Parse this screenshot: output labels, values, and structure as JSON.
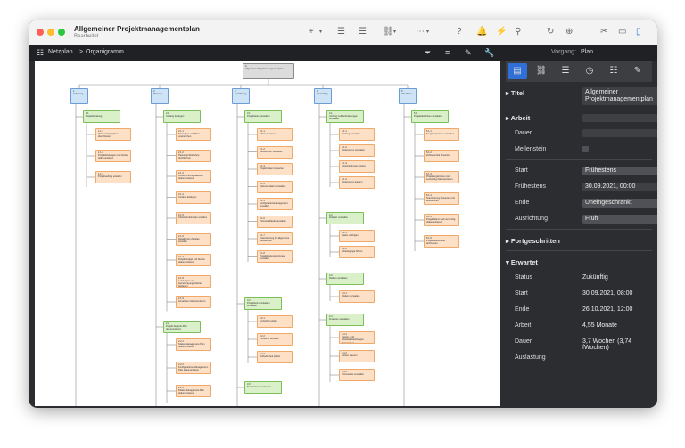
{
  "window": {
    "title": "Allgemeiner Projektmanagementplan",
    "subtitle": "Bearbeitet"
  },
  "toolbar": {
    "breadcrumb_root": "Netzplan",
    "breadcrumb_sep": ">",
    "breadcrumb_current": "Organigramm",
    "vorgang_label": "Vorgang:",
    "vorgang_value": "Plan"
  },
  "tabs": [
    "task-icon",
    "link-icon",
    "resource-icon",
    "timer-icon",
    "list-icon",
    "notes-icon"
  ],
  "panel": {
    "titel_label": "Titel",
    "titel_value": "Allgemeiner Projektmanagementplan",
    "arbeit_label": "Arbeit",
    "dauer_label": "Dauer",
    "meilenstein_label": "Meilenstein",
    "start_label": "Start",
    "start_value": "Frühestens",
    "fruehestens_label": "Frühestens",
    "fruehestens_value": "30.09.2021, 00:00",
    "ende_label": "Ende",
    "ende_value": "Uneingeschränkt",
    "ausrichtung_label": "Ausrichtung",
    "ausrichtung_value": "Früh",
    "fortgeschritten_label": "Fortgeschritten",
    "erwartet_label": "Erwartet",
    "status_label": "Status",
    "status_value": "Zukünftig",
    "e_start_label": "Start",
    "e_start_value": "30.09.2021, 08:00",
    "e_ende_label": "Ende",
    "e_ende_value": "26.10.2021, 12:00",
    "e_arbeit_label": "Arbeit",
    "e_arbeit_value": "4,55 Monate",
    "e_dauer_label": "Dauer",
    "e_dauer_value": "3,7 Wochen (3,74 fWochen)",
    "auslastung_label": "Auslastung"
  },
  "chart": {
    "root": {
      "id": "0",
      "label": "Allgemeiner Projektmanagementplan"
    },
    "phases": [
      {
        "id": "1",
        "label": "Initiierung"
      },
      {
        "id": "2",
        "label": "Planung"
      },
      {
        "id": "3",
        "label": "Ausführung"
      },
      {
        "id": "4",
        "label": "Controlling"
      },
      {
        "id": "5",
        "label": "Abschluss"
      }
    ],
    "groups": [
      {
        "id": "1.1",
        "label": "Projektberatung"
      },
      {
        "id": "2.1",
        "label": "Umfang festlegen"
      },
      {
        "id": "2.2",
        "label": "Projekt-Support-Plan dokumentieren"
      },
      {
        "id": "3.1",
        "label": "Projektteam verwalten"
      },
      {
        "id": "3.2",
        "label": "Projektkommunikation verwalten"
      },
      {
        "id": "3.3",
        "label": "Teamleistung verwalten"
      },
      {
        "id": "4.1",
        "label": "Umfang und Anforderungen verwalten"
      },
      {
        "id": "4.2",
        "label": "Zeitplan verwalten"
      },
      {
        "id": "4.3",
        "label": "Risiken verwalten"
      },
      {
        "id": "4.4",
        "label": "Finanzen verwalten"
      },
      {
        "id": "5.1",
        "label": "Projektabschluss verwalten"
      }
    ],
    "tasks_1": [
      {
        "id": "1.1.1",
        "label": "Ziele und Vorgaben identifizieren"
      },
      {
        "id": "1.1.2",
        "label": "Projektleistungen und Nutzen dokumentieren"
      },
      {
        "id": "1.1.3",
        "label": "Projektauftrag erstellen"
      }
    ],
    "tasks_2": [
      {
        "id": "2.1.1",
        "label": "Strategien und Pläne untersuchen"
      },
      {
        "id": "2.1.2",
        "label": "Planungs-Workshop durchführen"
      },
      {
        "id": "2.1.3",
        "label": "Kritische Erfolgsfaktoren dokumentieren"
      },
      {
        "id": "2.1.4",
        "label": "Umfang festlegen"
      },
      {
        "id": "2.1.5",
        "label": "Arbeitsstrukturplan erstellen"
      },
      {
        "id": "2.1.6",
        "label": "Detaillierten Zeitplan erstellen"
      },
      {
        "id": "2.1.7",
        "label": "Projektbudget und Nutzen dokumentieren"
      },
      {
        "id": "2.1.8",
        "label": "Leistungen und Genehmigungskriterien festlegen"
      },
      {
        "id": "2.1.9",
        "label": "Annahmen dokumentieren"
      }
    ],
    "tasks_2b": [
      {
        "id": "2.2.1",
        "label": "Status-Management-Plan dokumentieren"
      },
      {
        "id": "2.2.2",
        "label": "Konfigurations-Management-Plan dokumentieren"
      },
      {
        "id": "2.2.3",
        "label": "Risiko-Management-Plan dokumentieren"
      }
    ],
    "tasks_3": [
      {
        "id": "3.1.1",
        "label": "Arbeit zuweisen"
      },
      {
        "id": "3.1.2",
        "label": "Ressourcen verwalten"
      },
      {
        "id": "3.1.3",
        "label": "Projektrisiken bewerten"
      },
      {
        "id": "3.1.4",
        "label": "Dokumentation verwalten"
      },
      {
        "id": "3.1.5",
        "label": "Konfigurationsmanagement verwalten"
      },
      {
        "id": "3.1.6",
        "label": "Prozessabläufe verwalten"
      },
      {
        "id": "3.1.7",
        "label": "Unterstützung für allgemeine Ressourcen"
      },
      {
        "id": "3.1.8",
        "label": "Projektleistungsprozesse verwalten"
      }
    ],
    "tasks_3b": [
      {
        "id": "3.2.1",
        "label": "Fortschritt prüfen"
      },
      {
        "id": "3.2.2",
        "label": "Probleme beheben"
      },
      {
        "id": "3.2.3",
        "label": "Zufriedenheit prüfen"
      }
    ],
    "tasks_4": [
      {
        "id": "4.1.1",
        "label": "Umfang verwalten"
      },
      {
        "id": "4.1.2",
        "label": "Änderungen verwalten"
      },
      {
        "id": "4.1.3",
        "label": "Entscheidungen nutzen"
      },
      {
        "id": "4.1.4",
        "label": "Änderungen steuern"
      }
    ],
    "tasks_4b": [
      {
        "id": "4.2.1",
        "label": "Status verfolgen"
      },
      {
        "id": "4.2.2",
        "label": "Arbeitsgänge führen"
      }
    ],
    "tasks_4c": [
      {
        "id": "4.3.1",
        "label": "Risiken verwalten"
      }
    ],
    "tasks_4d": [
      {
        "id": "4.4.1",
        "label": "Kosten- und Arbeitsabweichungen überwachen"
      },
      {
        "id": "4.4.2",
        "label": "Kosten steuern"
      },
      {
        "id": "4.4.3",
        "label": "Prozessleis verwalten"
      }
    ],
    "tasks_5": [
      {
        "id": "5.1.1",
        "label": "Freigabeprozess verwalten"
      },
      {
        "id": "5.1.2",
        "label": "Zufriedenheit bewerten"
      },
      {
        "id": "5.1.3",
        "label": "Projektergebnisse und Lernerfolg dokumentieren"
      },
      {
        "id": "5.1.4",
        "label": "Teamleistung bewerten und anerkennen"
      },
      {
        "id": "5.1.5",
        "label": "Projektbilanz und Lernerfolg dokumentieren"
      },
      {
        "id": "5.1.6",
        "label": "Projektdokumente archivieren"
      }
    ]
  }
}
